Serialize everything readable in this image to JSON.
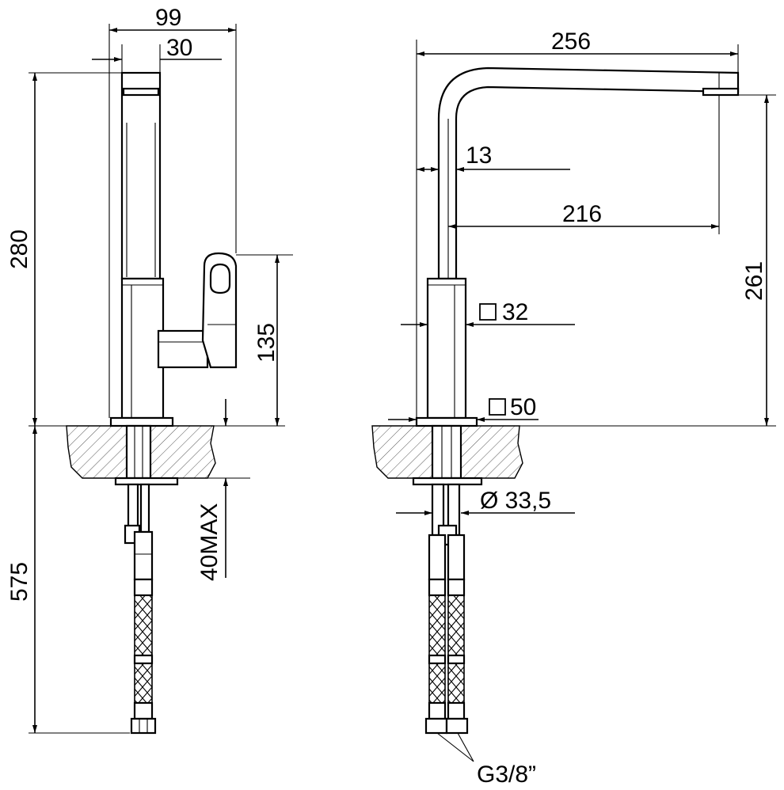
{
  "dimensions": {
    "width_total": "99",
    "spout_width": "30",
    "height_total": "280",
    "handle_height": "135",
    "deck_thickness": "40MAX",
    "hose_length": "575",
    "reach": "256",
    "spout_tube": "13",
    "spout_reach": "216",
    "spout_height": "261",
    "body_square": "32",
    "base_square": "50",
    "shank_diameter": "Ø 33,5",
    "connection_thread": "G3/8”"
  },
  "symbols": {
    "square_symbol": "square-section-icon"
  }
}
